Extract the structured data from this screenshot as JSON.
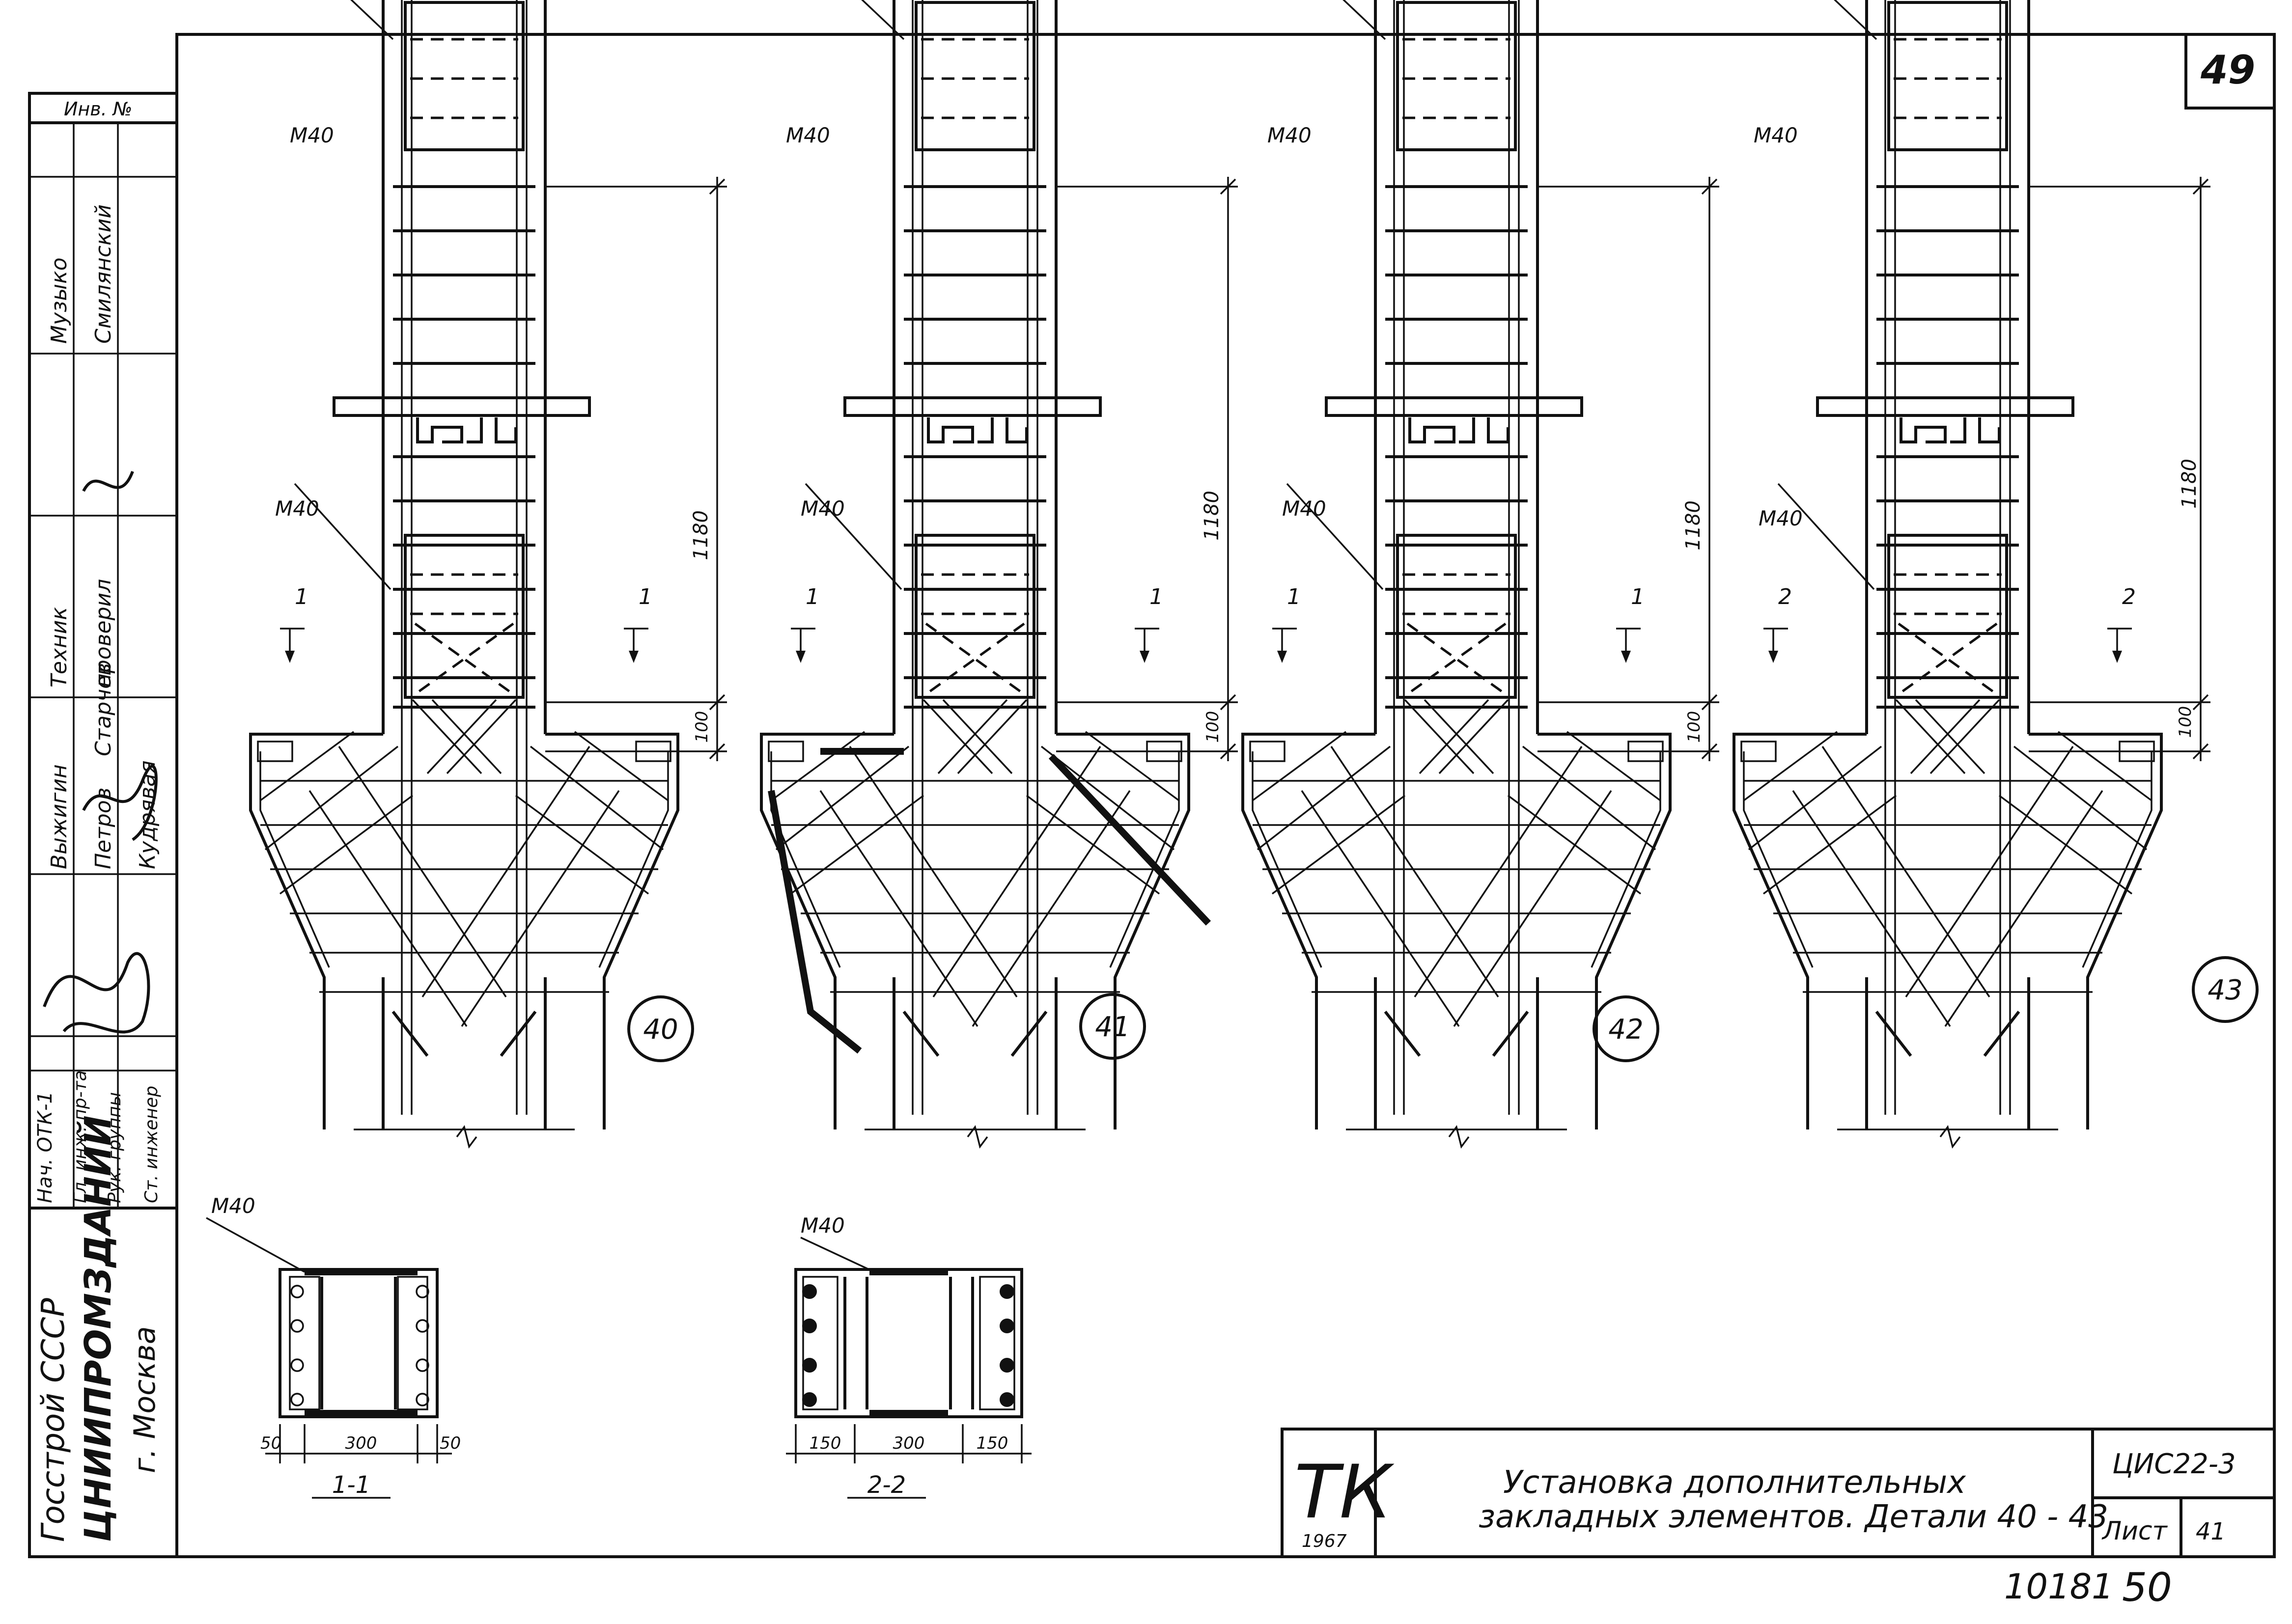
{
  "sheet": {
    "corner_number": "49",
    "bottom_numbers": {
      "left": "10181",
      "right": "50"
    }
  },
  "side_stamp": {
    "inv_label": "Инв. №",
    "rows": [
      {
        "role": "Музыко",
        "name": "Смилянский"
      },
      {
        "role": "Техник",
        "name": "проверил"
      },
      {
        "role": "Выжигин",
        "name": "Петров"
      },
      {
        "role": "Старчев",
        "name": "Кудрявая"
      },
      {
        "role": "Нач. ОТК-1",
        "name": ""
      },
      {
        "role": "Гл. инж. пр-та",
        "name": ""
      },
      {
        "role": "Рук. группы",
        "name": ""
      },
      {
        "role": "Ст. инженер",
        "name": ""
      }
    ],
    "org_lines": [
      "Госстрой СССР",
      "ЦНИИПРОМЗДАНИЙ",
      "г. Москва"
    ]
  },
  "details": [
    {
      "number": "40",
      "mark_top": "М40",
      "mark_mid": "М40",
      "dim_main": "1180",
      "dim_small": "100",
      "section_mark": "1"
    },
    {
      "number": "41",
      "mark_top": "М40",
      "mark_mid": "М40",
      "dim_main": "1180",
      "dim_small": "100",
      "section_mark": "1"
    },
    {
      "number": "42",
      "mark_top": "М40",
      "mark_mid": "М40",
      "dim_main": "1180",
      "dim_small": "100",
      "section_mark": "1"
    },
    {
      "number": "43",
      "mark_top": "М40",
      "mark_mid": "М40",
      "dim_main": "1180",
      "dim_small": "100",
      "section_mark": "2"
    }
  ],
  "sections": [
    {
      "mark": "М40",
      "title": "1-1",
      "dims": [
        "50",
        "300",
        "50"
      ]
    },
    {
      "mark": "М40",
      "title": "2-2",
      "dims": [
        "150",
        "300",
        "150"
      ]
    }
  ],
  "title_block": {
    "logo": "ТК",
    "year": "1967",
    "title_line1": "Установка дополнительных",
    "title_line2": "закладных элементов. Детали 40 - 43",
    "code": "ЦИС22-3",
    "sheet_label": "Лист",
    "sheet_number": "41"
  }
}
